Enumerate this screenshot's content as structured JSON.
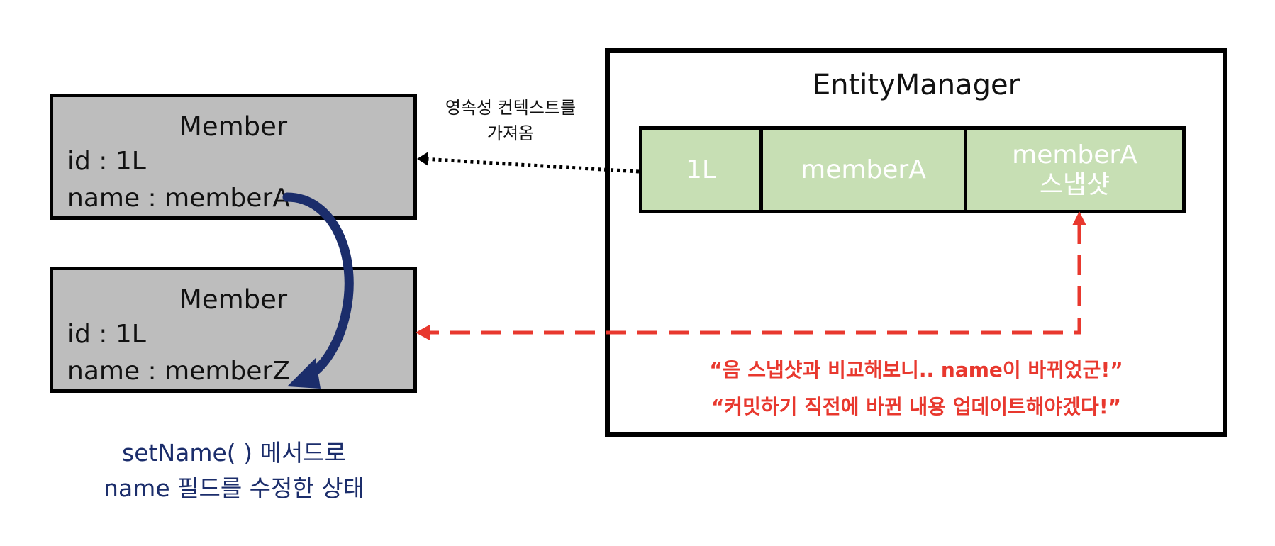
{
  "member_top": {
    "title": "Member",
    "id_line": "id : 1L",
    "name_line": "name : memberA"
  },
  "member_bottom": {
    "title": "Member",
    "id_line": "id : 1L",
    "name_line": "name : memberZ"
  },
  "entity_manager": {
    "title": "EntityManager",
    "cells": {
      "id": "1L",
      "entity": "memberA",
      "snapshot_line1": "memberA",
      "snapshot_line2": "스냅샷"
    }
  },
  "fetch_label": {
    "line1": "영속성 컨텍스트를",
    "line2": "가져옴"
  },
  "compare_text": {
    "line1": "“음 스냅샷과 비교해보니.. name이 바뀌었군!”",
    "line2": "“커밋하기 직전에 바뀐 내용 업데이트해야겠다!”"
  },
  "caption": {
    "line1": "setName( ) 메서드로",
    "line2": "name 필드를 수정한 상태"
  },
  "colors": {
    "member_fill": "#bdbdbd",
    "cell_fill": "#c7dfb4",
    "red_arrow": "#e8382e",
    "blue_arrow": "#1b2d6b"
  }
}
